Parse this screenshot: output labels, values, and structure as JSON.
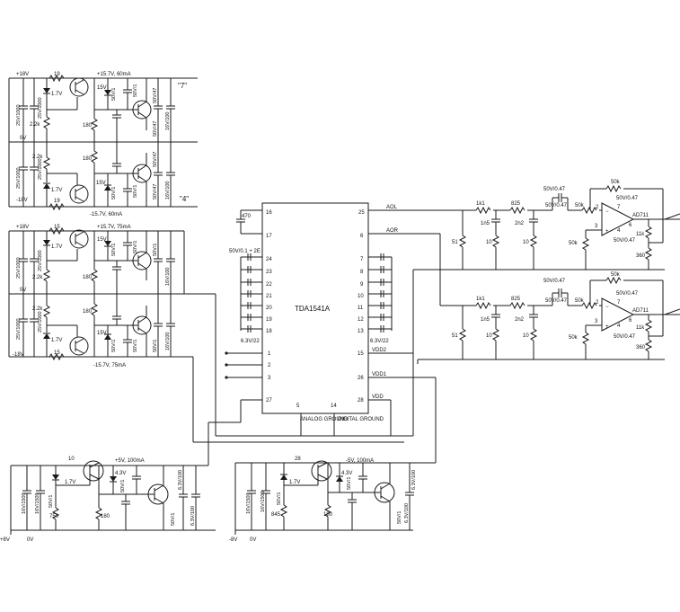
{
  "supply_top": {
    "pos_in": "+18V",
    "neg_in": "-18V",
    "zero": "0V",
    "pos_out": "+15.7V, 60mA",
    "neg_out": "-15.7V, 60mA",
    "r_series_pos": "19",
    "r_series_neg": "19",
    "zener_pos": "1.7V",
    "zener_neg": "1.7V",
    "cap_in_pos_a": "25V/1000",
    "cap_in_pos_b": "25V/1000",
    "cap_in_neg_a": "25V/1000",
    "cap_in_neg_b": "25V/1000",
    "r_bias_pos": "2.2k",
    "r_bias_neg": "2.2k",
    "z15_pos": "15V",
    "z15_neg": "15V",
    "r180_pos": "180",
    "r180_neg": "180",
    "c50_pos_a": "50V/1",
    "c50_pos_b": "50V/1",
    "c50_neg_a": "50V/1",
    "c50_neg_b": "50V/1",
    "c47_pos_a": "50V/47",
    "c47_pos_b": "50V/47",
    "c47_neg_a": "50V/47",
    "c47_neg_b": "50V/47",
    "c100_pos": "16V/100",
    "c100_neg": "16V/100",
    "label_7": "\"7\"",
    "label_4": "\"4\""
  },
  "supply_mid": {
    "pos_in": "+18V",
    "neg_in": "-18V",
    "zero": "0V",
    "pos_out": "+15.7V, 75mA",
    "neg_out": "-15.7V, 75mA",
    "r_series_pos": "15",
    "r_series_neg": "15",
    "zener_pos": "1.7V",
    "zener_neg": "1.7V",
    "cap_in_pos_a": "25V/1000",
    "cap_in_pos_b": "25V/1000",
    "cap_in_neg_a": "25V/1000",
    "cap_in_neg_b": "25V/1000",
    "r_bias_pos": "2.2k",
    "r_bias_neg": "2.2k",
    "z15_pos": "15V",
    "z15_neg": "15V",
    "r180_pos": "180",
    "r180_neg": "180",
    "c50_pos_a": "50V/1",
    "c50_pos_b": "50V/1",
    "c50_neg_a": "50V/1",
    "c50_neg_b": "50V/1",
    "c47_pos": "50V/1",
    "c47_neg": "50V/1",
    "c100_pos": "16V/100",
    "c100_neg": "16V/100"
  },
  "dac": {
    "name": "TDA1541A",
    "pins_left": [
      "16",
      "17",
      "24",
      "23",
      "22",
      "21",
      "20",
      "19",
      "18",
      "1",
      "2",
      "3",
      "27"
    ],
    "pins_right": [
      "25",
      "6",
      "7",
      "8",
      "9",
      "10",
      "11",
      "12",
      "13",
      "15",
      "26",
      "28"
    ],
    "pins_bottom": [
      "5",
      "14"
    ],
    "cap_16_17": "470",
    "cap_stack_left": "50V/0.1 + 2E",
    "cap_left_bottom": "6.3V/22",
    "cap_right_bottom": "6.3V/22",
    "analog_ground": "ANALOG GROUND",
    "digital_ground": "DIGITAL GROUND",
    "net_aol": "AOL",
    "net_aor": "AOR",
    "net_vdd2": "VDD2",
    "net_vdd1": "VDD1",
    "net_vdd": "VDD"
  },
  "output_top": {
    "r1": "1k1",
    "c1": "1n5",
    "r_51": "51",
    "r_10a": "10",
    "r2": "825",
    "c2": "2n2",
    "r_10b": "10",
    "c_couple_a": "50V/0.47",
    "c_couple_b": "50V/0.47",
    "r_in": "50k",
    "r_fb": "50k",
    "c_fb": "50V/0.47",
    "r_gnd": "50k",
    "opamp": "AD711",
    "c_sup": "50V/0.47",
    "r_out": "11k",
    "r_load": "360",
    "pin2": "2",
    "pin3": "3",
    "pin4": "4",
    "pin6": "6",
    "pin7": "7"
  },
  "output_bot": {
    "r1": "1k1",
    "c1": "1n5",
    "r_51": "51",
    "r_10a": "10",
    "r2": "825",
    "c2": "2n2",
    "r_10b": "10",
    "c_couple_a": "50V/0.47",
    "c_couple_b": "50V/0.47",
    "r_in": "50k",
    "r_fb": "50k",
    "c_fb": "50V/0.47",
    "r_gnd": "50k",
    "opamp": "AD711",
    "c_sup": "50V/0.47",
    "r_out": "11k",
    "r_load": "360",
    "pin2": "2",
    "pin3": "3",
    "pin4": "4",
    "pin6": "6",
    "pin7": "7"
  },
  "supply_5v": {
    "pos_in": "+8V",
    "zero": "0V",
    "out": "+5V, 100mA",
    "r_series": "10",
    "zener": "1.7V",
    "zener2": "4.3V",
    "c_in_a": "16V/1500",
    "c_in_b": "16V/1500",
    "r_bias": "750",
    "r180": "180",
    "c50a": "50V/1",
    "c50b": "50V/1",
    "c50c": "50V/1",
    "c_out": "6.3V/100",
    "c_out2": "6.3V/100"
  },
  "supply_m5v": {
    "neg_in": "-8V",
    "zero": "0V",
    "out": "-5V, 100mA",
    "r_series": "28",
    "zener": "1.7V",
    "zener2": "4.3V",
    "c_in_a": "16V/1500",
    "c_in_b": "16V/1500",
    "r_bias": "845",
    "r180": "180",
    "c50a": "50V/1",
    "c50b": "50V/1",
    "c50c": "50V/1",
    "c_out": "6.3V/100",
    "c_out2": "6.3V/100"
  }
}
